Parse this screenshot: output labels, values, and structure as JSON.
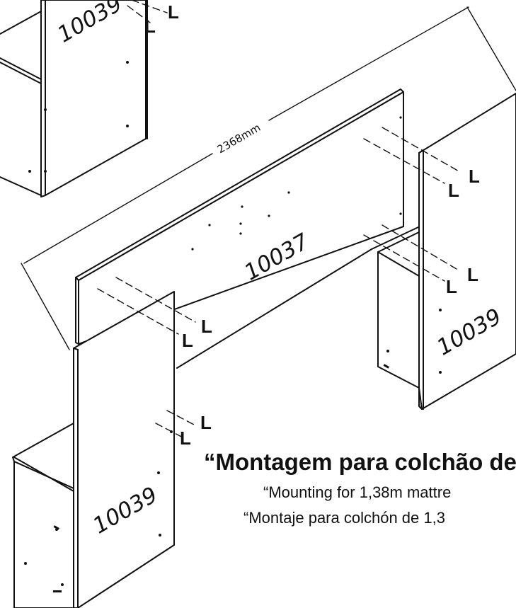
{
  "diagram": {
    "dimension_label": "2368mm",
    "part_labels": {
      "center_panel": "10037",
      "top_left_panel": "10039",
      "right_panel": "10039",
      "bottom_left_panel": "10039"
    },
    "fastener_label": "L"
  },
  "caption": {
    "portuguese": "“Montagem para colchão de",
    "english": "“Mounting for 1,38m mattre",
    "spanish": "“Montaje para colchón de 1,3"
  }
}
